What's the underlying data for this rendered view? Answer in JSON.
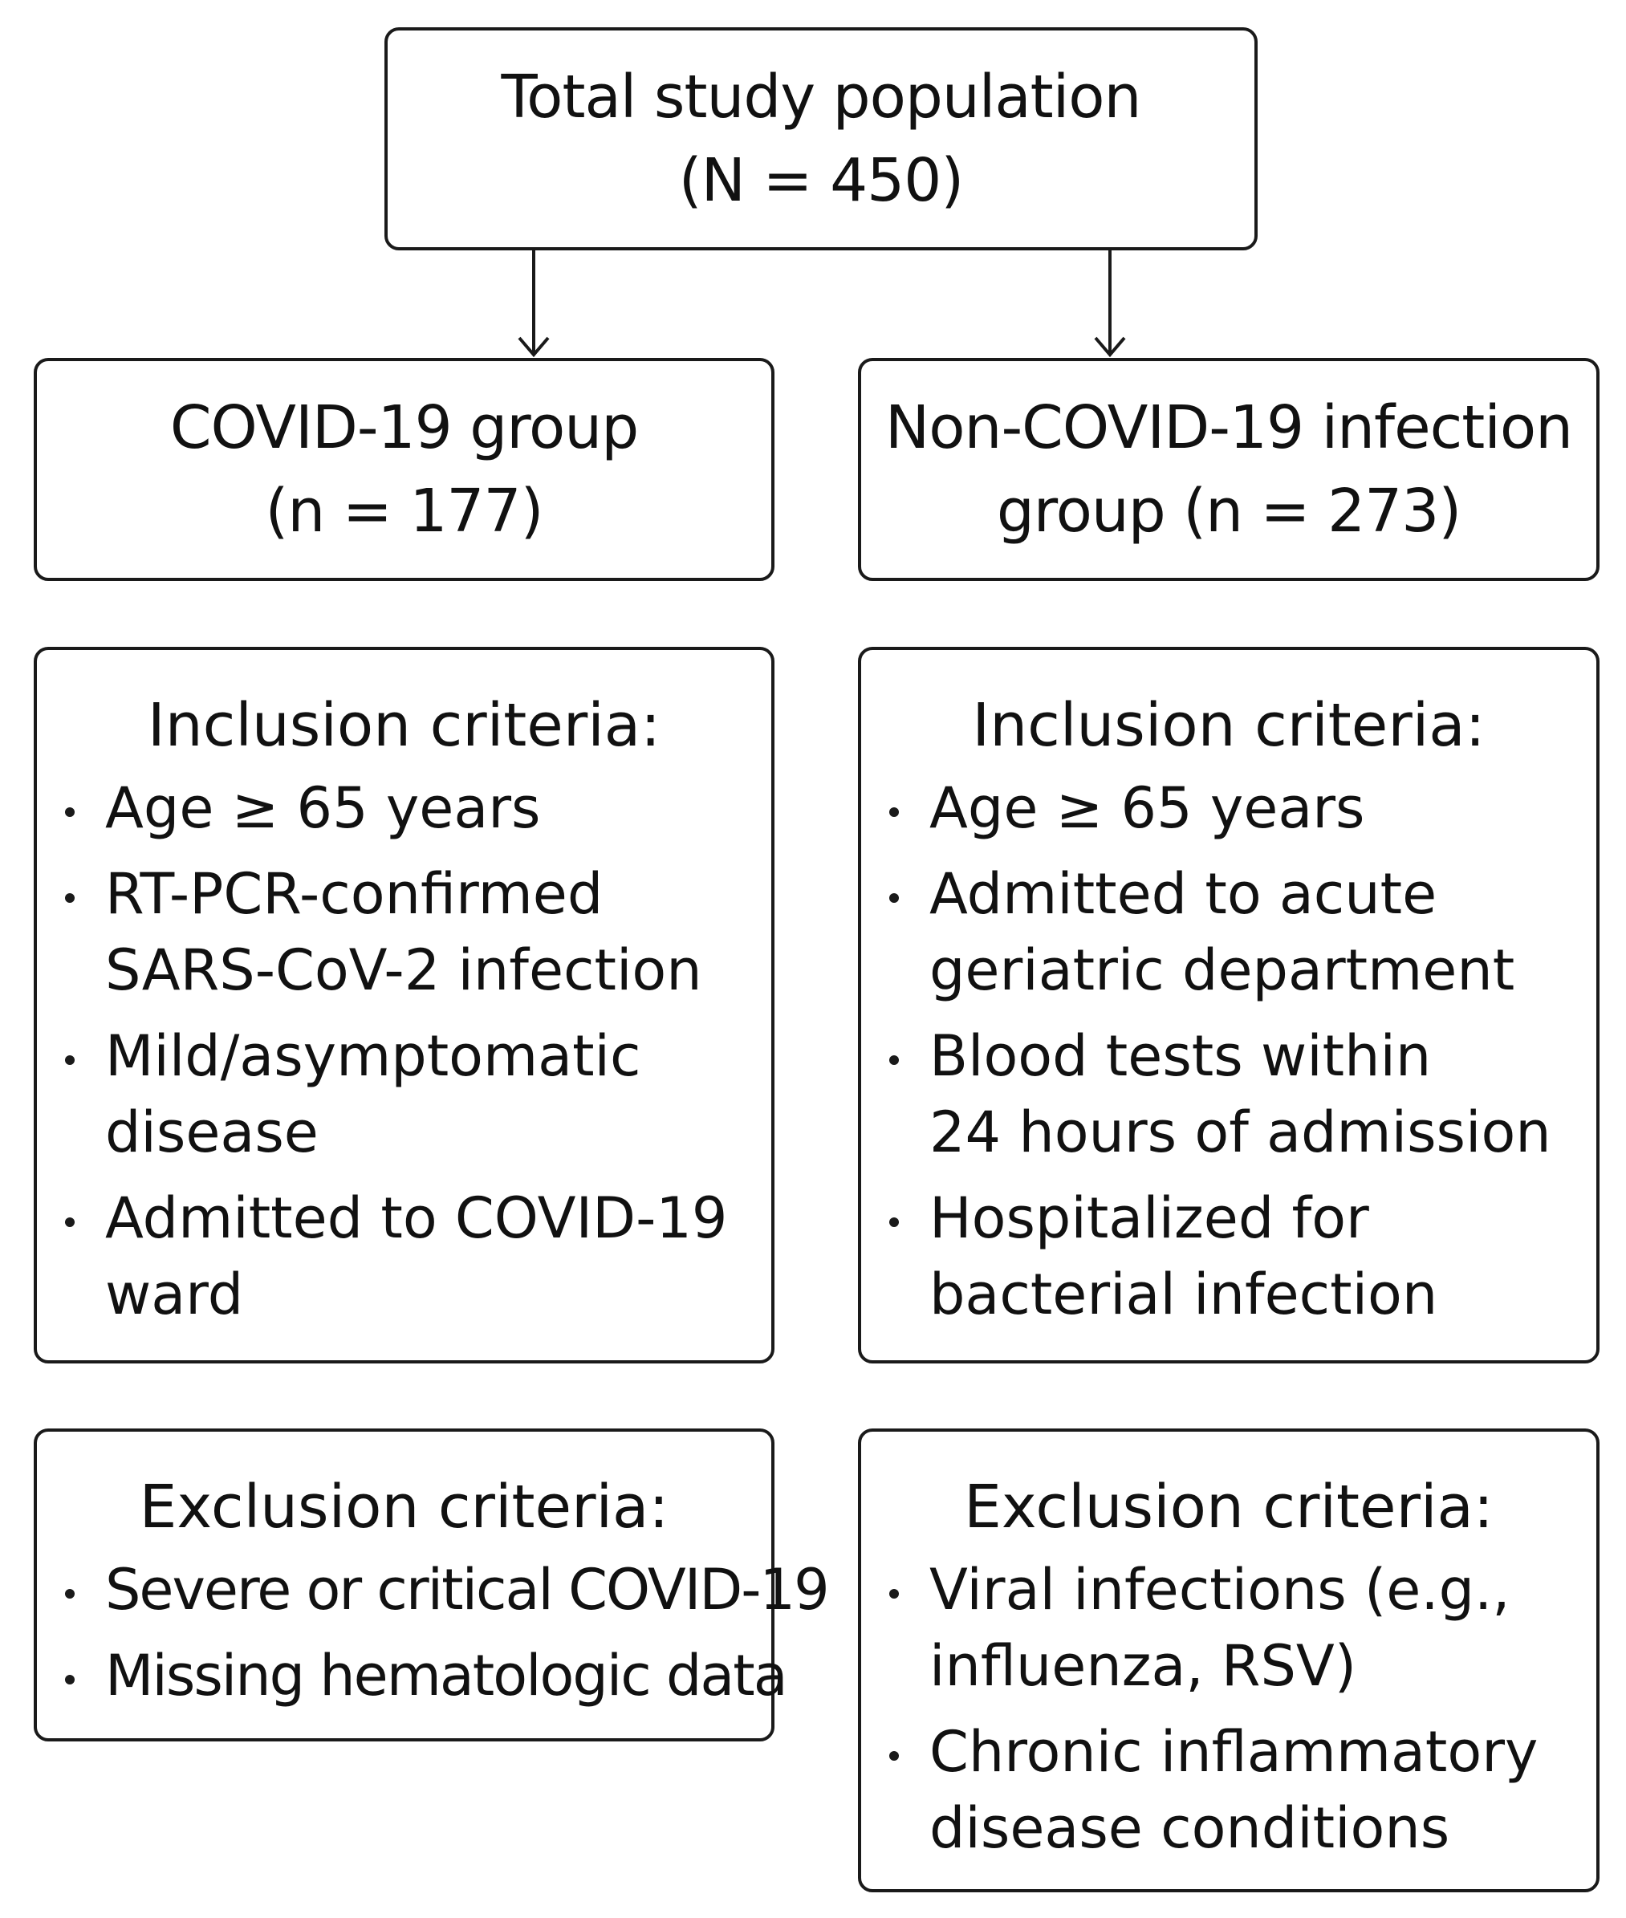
{
  "total": {
    "line1": "Total study population",
    "line2": "(N = 450)"
  },
  "groups": {
    "covid": {
      "line1": "COVID-19 group",
      "line2": "(n = 177)"
    },
    "noncovid": {
      "line1": "Non-COVID-19 infection",
      "line2": "group (n = 273)"
    }
  },
  "inclusion": {
    "covid": {
      "title": "Inclusion criteria:",
      "items": [
        {
          "lines": [
            "Age ≥ 65 years"
          ]
        },
        {
          "lines": [
            "RT-PCR-confirmed",
            "SARS-CoV-2 infection"
          ]
        },
        {
          "lines": [
            "Mild/asymptomatic",
            "disease"
          ]
        },
        {
          "lines": [
            "Admitted to COVID-19",
            "ward"
          ]
        }
      ]
    },
    "noncovid": {
      "title": "Inclusion criteria:",
      "items": [
        {
          "lines": [
            "Age ≥ 65 years"
          ]
        },
        {
          "lines": [
            "Admitted to acute",
            "geriatric department"
          ]
        },
        {
          "lines": [
            "Blood tests within",
            "24 hours of admission"
          ]
        },
        {
          "lines": [
            "Hospitalized for",
            "bacterial infection"
          ]
        }
      ]
    }
  },
  "exclusion": {
    "covid": {
      "title": "Exclusion criteria:",
      "items": [
        {
          "lines": [
            "Severe or critical COVID-19"
          ]
        },
        {
          "lines": [
            "Missing hematologic data"
          ]
        }
      ]
    },
    "noncovid": {
      "title": "Exclusion criteria:",
      "items": [
        {
          "lines": [
            "Viral infections (e.g.,",
            "influenza, RSV)"
          ]
        },
        {
          "lines": [
            "Chronic inflammatory",
            "disease conditions"
          ]
        }
      ]
    }
  }
}
